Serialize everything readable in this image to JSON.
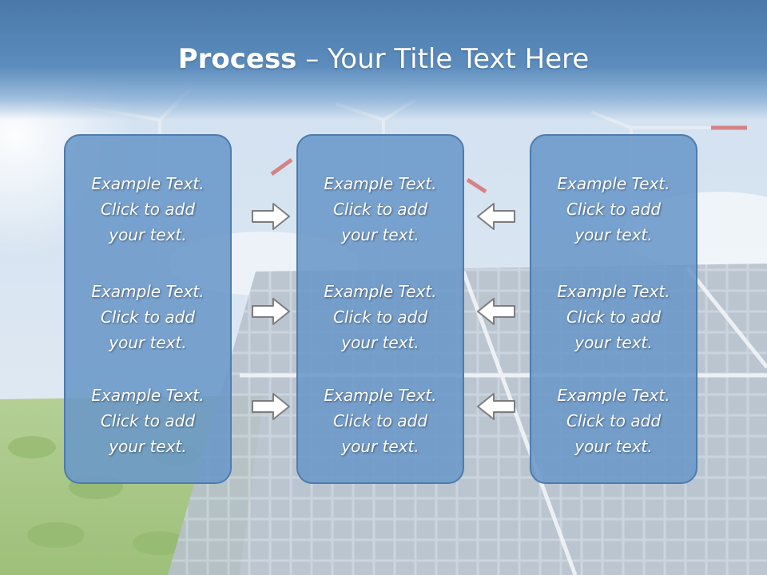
{
  "title": {
    "bold": "Process",
    "rest": " – Your Title Text Here"
  },
  "columns": [
    {
      "items": [
        {
          "lines": [
            "Example Text.",
            "Click  to add",
            "your text."
          ]
        },
        {
          "lines": [
            "Example Text.",
            "Click  to add",
            "your text."
          ]
        },
        {
          "lines": [
            "Example Text.",
            "Click  to add",
            "your text."
          ]
        }
      ]
    },
    {
      "items": [
        {
          "lines": [
            "Example Text.",
            "Click  to add",
            "your text."
          ]
        },
        {
          "lines": [
            "Example Text.",
            "Click  to add",
            "your text."
          ]
        },
        {
          "lines": [
            "Example Text.",
            "Click  to add",
            "your text."
          ]
        }
      ]
    },
    {
      "items": [
        {
          "lines": [
            "Example Text.",
            "Click  to add",
            "your text."
          ]
        },
        {
          "lines": [
            "Example Text.",
            "Click  to add",
            "your text."
          ]
        },
        {
          "lines": [
            "Example Text.",
            "Click  to add",
            "your text."
          ]
        }
      ]
    }
  ],
  "arrows": {
    "left_group": "arrow-right-icon",
    "right_group": "arrow-left-icon"
  },
  "colors": {
    "title_band": "#4a79a8",
    "panel_fill": "#6a97c8",
    "panel_border": "#4d7cae",
    "text": "#ffffff"
  }
}
